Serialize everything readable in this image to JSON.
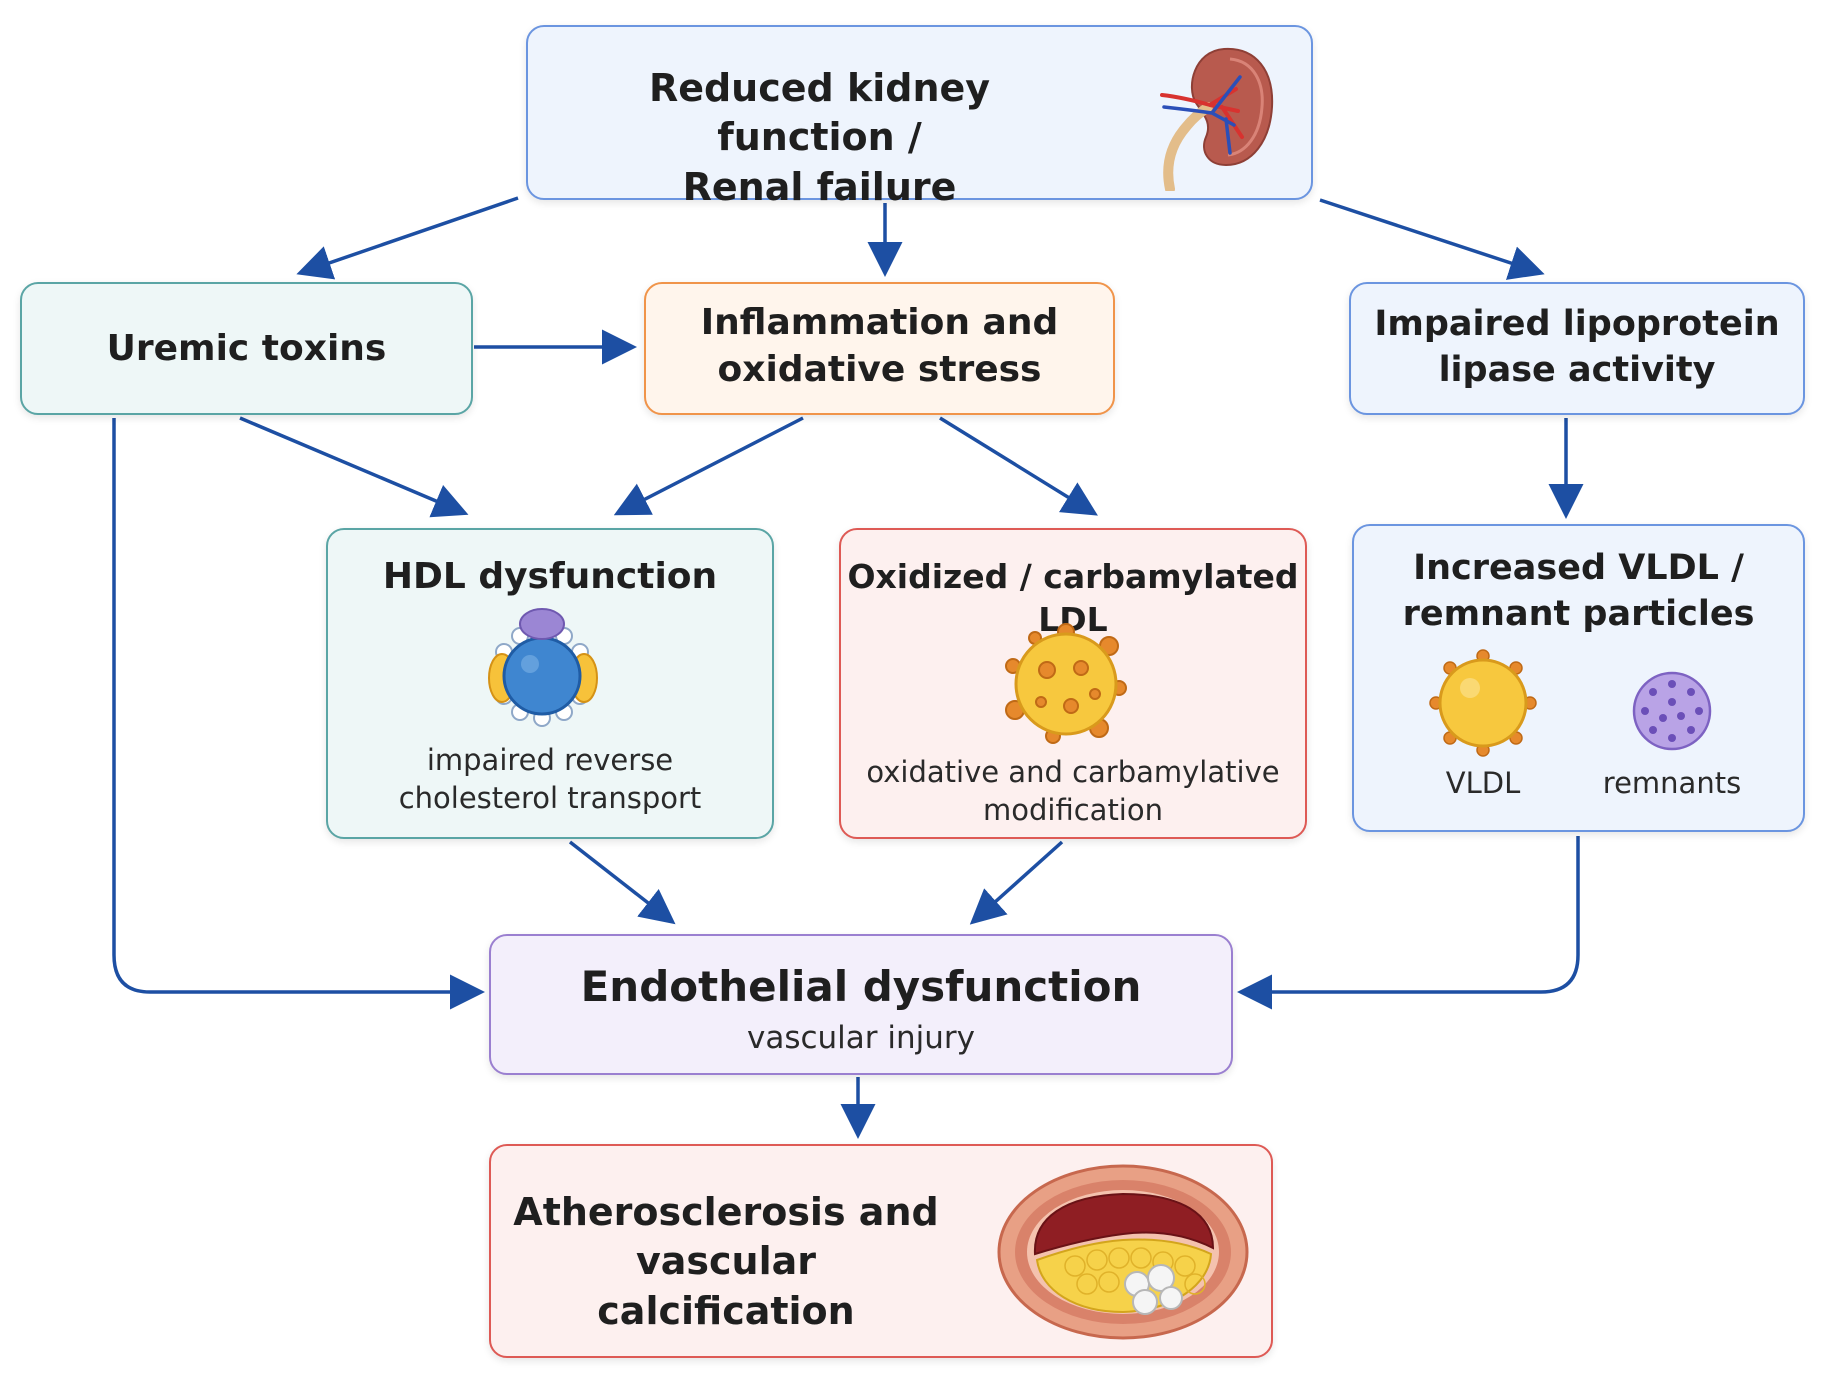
{
  "nodes": {
    "renal": {
      "title": "Reduced kidney function /\nRenal failure",
      "icon": "kidney-icon"
    },
    "uremic": {
      "title": "Uremic toxins"
    },
    "inflammation": {
      "title": "Inflammation and\noxidative stress"
    },
    "lipase": {
      "title": "Impaired lipoprotein\nlipase activity"
    },
    "hdl": {
      "title": "HDL dysfunction",
      "subtitle": "impaired reverse\ncholesterol transport",
      "icon": "hdl-particle-icon"
    },
    "ldl": {
      "title": "Oxidized / carbamylated LDL",
      "subtitle": "oxidative and carbamylative\nmodification",
      "icon": "oxidized-ldl-particle-icon"
    },
    "vldl": {
      "title": "Increased VLDL /\nremnant particles",
      "labels": [
        "VLDL",
        "remnants"
      ],
      "icons": [
        "vldl-particle-icon",
        "remnant-particle-icon"
      ]
    },
    "endothelial": {
      "title": "Endothelial dysfunction",
      "subtitle": "vascular injury"
    },
    "athero": {
      "title": "Atherosclerosis and\nvascular calcification",
      "icon": "artery-plaque-icon"
    }
  },
  "colors": {
    "arrow": "#1d4fa3",
    "blue_border": "#6b95e0",
    "teal_border": "#5aa5a5",
    "orange_border": "#f0944a",
    "red_border": "#de5a55",
    "purple_border": "#9a7fd0"
  }
}
